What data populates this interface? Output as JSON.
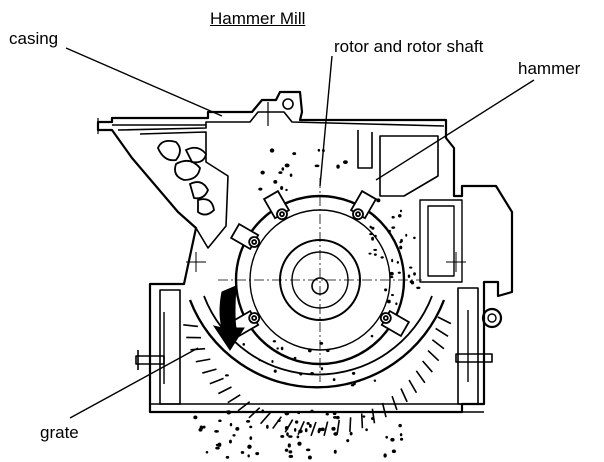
{
  "title": "Hammer  Mill",
  "labels": {
    "casing": "casing",
    "rotor": "rotor and rotor shaft",
    "hammer": "hammer",
    "grate": "grate"
  }
}
